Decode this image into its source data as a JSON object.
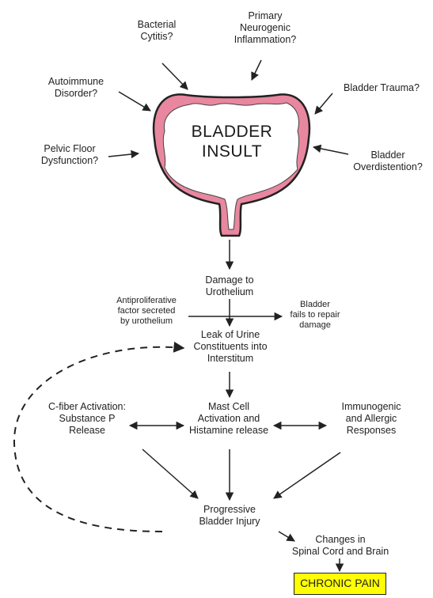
{
  "bladder": {
    "title_line1": "BLADDER",
    "title_line2": "INSULT",
    "fill_color": "#e8879f",
    "outline_color": "#222222"
  },
  "causes": {
    "bacterial_cystitis": [
      "Bacterial",
      "Cytitis?"
    ],
    "primary_neurogenic": [
      "Primary",
      "Neurogenic",
      "Inflammation?"
    ],
    "autoimmune": [
      "Autoimmune",
      "Disorder?"
    ],
    "bladder_trauma": [
      "Bladder Trauma?"
    ],
    "pelvic_floor": [
      "Pelvic Floor",
      "Dysfunction?"
    ],
    "overdistention": [
      "Bladder",
      "Overdistention?"
    ]
  },
  "flow": {
    "damage": [
      "Damage to",
      "Urothelium"
    ],
    "antiproliferative": [
      "Antiproliferative",
      "factor secreted",
      "by urothelium"
    ],
    "fails_repair": [
      "Bladder",
      "fails to repair",
      "damage"
    ],
    "leak": [
      "Leak of Urine",
      "Constituents into",
      "Interstitum"
    ],
    "c_fiber": [
      "C-fiber Activation:",
      "Substance P",
      "Release"
    ],
    "mast_cell": [
      "Mast Cell",
      "Activation and",
      "Histamine release"
    ],
    "immunogenic": [
      "Immunogenic",
      "and Allergic",
      "Responses"
    ],
    "progressive": [
      "Progressive",
      "Bladder Injury"
    ],
    "changes": [
      "Changes in",
      "Spinal Cord and Brain"
    ],
    "chronic_pain": "CHRONIC PAIN",
    "chronic_pain_color": "#ffff00"
  }
}
